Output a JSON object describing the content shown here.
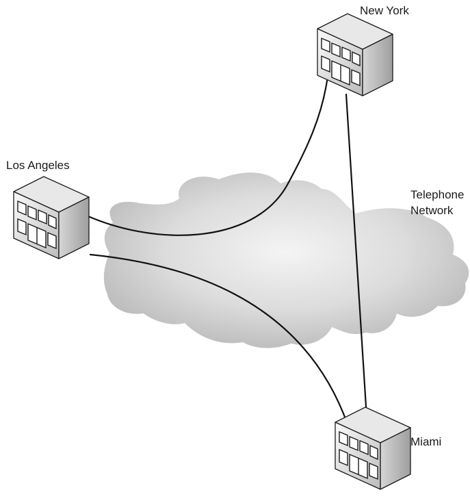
{
  "labels": {
    "new_york": "New York",
    "los_angeles": "Los Angeles",
    "miami": "Miami",
    "network_line1": "Telephone",
    "network_line2": "Network"
  },
  "colors": {
    "line": "#111111",
    "cloud_light": "#f2f2f2",
    "cloud_dark": "#b9b9b9",
    "building_front_light": "#f7f7f7",
    "building_front_dark": "#bdbdbd",
    "building_side": "#c4c4c4",
    "building_top": "#e6e6e6"
  },
  "connections": [
    {
      "from": "los_angeles",
      "to": "new_york"
    },
    {
      "from": "los_angeles",
      "to": "miami"
    },
    {
      "from": "new_york",
      "to": "miami"
    }
  ]
}
